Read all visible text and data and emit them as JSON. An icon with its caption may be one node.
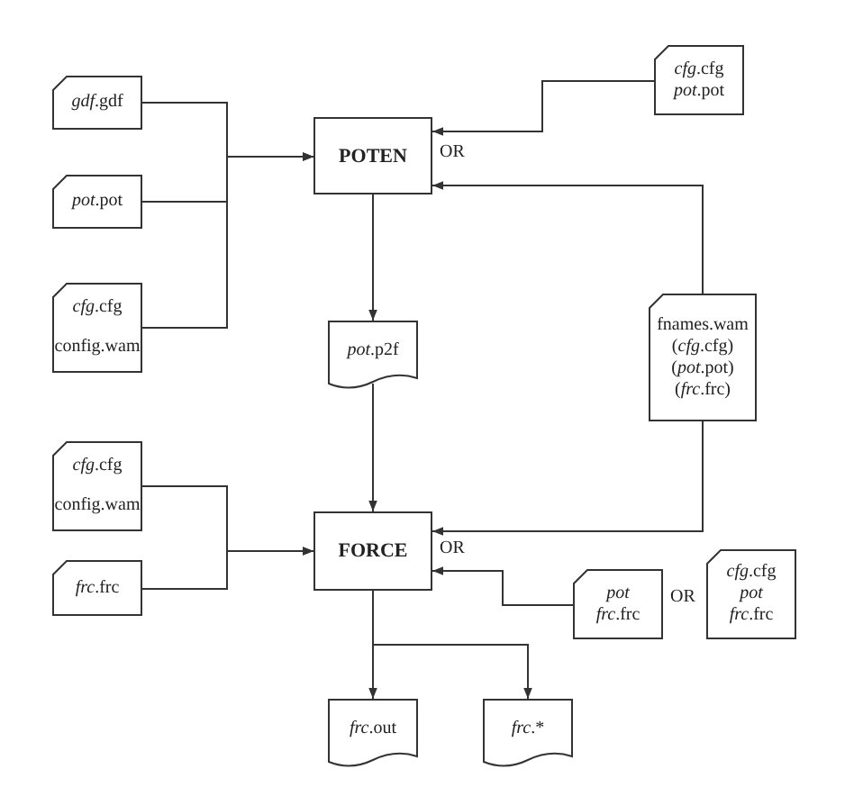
{
  "diagram": {
    "nodes": [
      {
        "text": [
          "*gdf*.gdf"
        ]
      },
      {
        "text": [
          "*pot*.pot"
        ]
      },
      {
        "text": [
          "*cfg*.cfg",
          "config.wam"
        ]
      },
      {
        "text": [
          "POTEN"
        ]
      },
      {
        "text": [
          "*cfg*.cfg",
          "*pot*.pot"
        ]
      },
      {
        "text": [
          "*pot*.p2f"
        ]
      },
      {
        "text": [
          "fnames.wam",
          "(*cfg*.cfg)",
          "(*pot*.pot)",
          "(*frc*.frc)"
        ]
      },
      {
        "text": [
          "*cfg*.cfg",
          "config.wam"
        ]
      },
      {
        "text": [
          "*frc*.frc"
        ]
      },
      {
        "text": [
          "FORCE"
        ]
      },
      {
        "text": [
          "*pot*",
          "*frc*.frc"
        ]
      },
      {
        "text": [
          "*cfg*.cfg",
          "*pot*",
          "*frc*.frc"
        ]
      },
      {
        "text": [
          "*frc*.out"
        ]
      },
      {
        "text": [
          "*frc*.*"
        ]
      }
    ],
    "edges": [
      {
        "from": 0,
        "to": 3,
        "arrow": "to"
      },
      {
        "from": 1,
        "to": 3,
        "arrow": "to"
      },
      {
        "from": 2,
        "to": 3,
        "arrow": "to"
      },
      {
        "from": 4,
        "to": 3,
        "arrow": "to"
      },
      {
        "from": 6,
        "to": 3,
        "arrow": "to"
      },
      {
        "from": 3,
        "to": 5,
        "arrow": "to"
      },
      {
        "from": 5,
        "to": 9,
        "arrow": "to"
      },
      {
        "from": 7,
        "to": 9,
        "arrow": "to"
      },
      {
        "from": 8,
        "to": 9,
        "arrow": "to"
      },
      {
        "from": 6,
        "to": 9,
        "arrow": "to"
      },
      {
        "from": 10,
        "to": 9,
        "arrow": "to"
      },
      {
        "from": 9,
        "to": 12,
        "arrow": "to"
      },
      {
        "from": 9,
        "to": 13,
        "arrow": "to"
      }
    ],
    "labels": [
      "OR",
      "OR",
      "OR"
    ]
  }
}
